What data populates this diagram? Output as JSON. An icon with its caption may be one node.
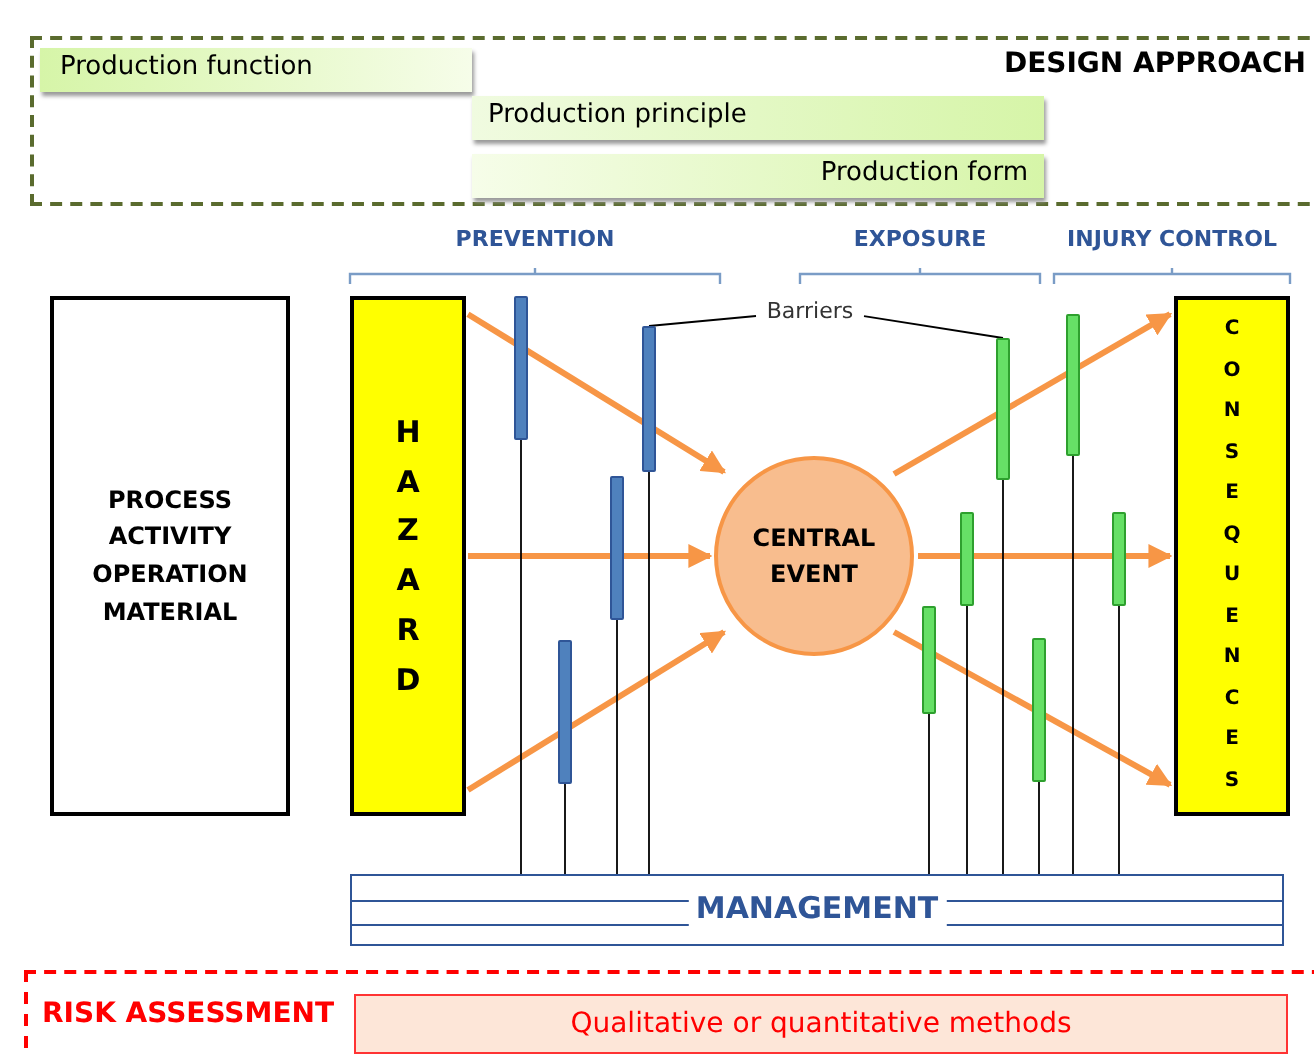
{
  "diagram": {
    "nodes": [
      {
        "text": [
          "DESIGN APPROACH"
        ]
      },
      {
        "text": [
          "Production function"
        ],
        "in": 0
      },
      {
        "text": [
          "Production principle"
        ],
        "in": 0
      },
      {
        "text": [
          "Production form"
        ],
        "in": 0
      },
      {
        "text": [
          "PROCESS ACTIVITY OPERATION MATERIAL"
        ]
      },
      {
        "text": [
          "HAZARD"
        ]
      },
      {
        "text": [
          "CENTRAL EVENT"
        ]
      },
      {
        "text": [
          "CONSEQUENCES"
        ]
      },
      {
        "text": [
          "MANAGEMENT"
        ]
      },
      {
        "text": [
          "RISK ASSESSMENT"
        ]
      },
      {
        "text": [
          "Qualitative or quantitative methods"
        ],
        "in": 9
      },
      {
        "text": [
          "Barriers"
        ]
      },
      {
        "text": [],
        "shape": "bar"
      },
      {
        "text": [],
        "shape": "bar"
      },
      {
        "text": [],
        "shape": "bar"
      },
      {
        "text": [],
        "shape": "bar"
      },
      {
        "text": [],
        "shape": "bar"
      },
      {
        "text": [],
        "shape": "bar"
      },
      {
        "text": [],
        "shape": "bar"
      },
      {
        "text": [],
        "shape": "bar"
      },
      {
        "text": [],
        "shape": "bar"
      },
      {
        "text": [],
        "shape": "bar"
      }
    ],
    "edges": [
      {
        "from": 5,
        "to": 6,
        "arrow": "to",
        "style": "thick",
        "color": "#f79646"
      },
      {
        "from": 5,
        "to": 6,
        "arrow": "to",
        "style": "thick",
        "color": "#f79646"
      },
      {
        "from": 5,
        "to": 6,
        "arrow": "to",
        "style": "thick",
        "color": "#f79646"
      },
      {
        "from": 6,
        "to": 7,
        "arrow": "to",
        "style": "thick",
        "color": "#f79646"
      },
      {
        "from": 6,
        "to": 7,
        "arrow": "to",
        "style": "thick",
        "color": "#f79646"
      },
      {
        "from": 6,
        "to": 7,
        "arrow": "to",
        "style": "thick",
        "color": "#f79646"
      },
      {
        "from": 11,
        "to": 15,
        "arrow": "none"
      },
      {
        "from": 11,
        "to": 18,
        "arrow": "none"
      },
      {
        "from": 12,
        "to": 8,
        "arrow": "none"
      },
      {
        "from": 13,
        "to": 8,
        "arrow": "none"
      },
      {
        "from": 14,
        "to": 8,
        "arrow": "none"
      },
      {
        "from": 15,
        "to": 8,
        "arrow": "none"
      },
      {
        "from": 16,
        "to": 8,
        "arrow": "none"
      },
      {
        "from": 17,
        "to": 8,
        "arrow": "none"
      },
      {
        "from": 18,
        "to": 8,
        "arrow": "none"
      },
      {
        "from": 19,
        "to": 8,
        "arrow": "none"
      },
      {
        "from": 20,
        "to": 8,
        "arrow": "none"
      },
      {
        "from": 21,
        "to": 8,
        "arrow": "none"
      }
    ],
    "labels": [
      "PREVENTION",
      "EXPOSURE",
      "INJURY CONTROL"
    ]
  }
}
